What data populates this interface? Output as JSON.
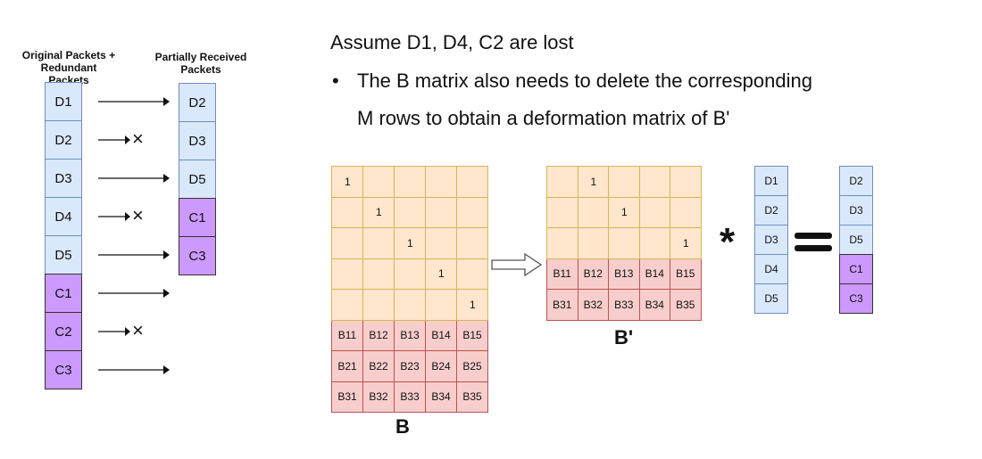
{
  "left": {
    "header_original": "Original Packets +\nRedundant Packets",
    "header_received": "Partially Received\nPackets",
    "original": [
      {
        "label": "D1",
        "kind": "d",
        "lost": false
      },
      {
        "label": "D2",
        "kind": "d",
        "lost": true
      },
      {
        "label": "D3",
        "kind": "d",
        "lost": false
      },
      {
        "label": "D4",
        "kind": "d",
        "lost": true
      },
      {
        "label": "D5",
        "kind": "d",
        "lost": false
      },
      {
        "label": "C1",
        "kind": "c",
        "lost": false
      },
      {
        "label": "C2",
        "kind": "c",
        "lost": true
      },
      {
        "label": "C3",
        "kind": "c",
        "lost": false
      }
    ],
    "received": [
      {
        "label": "D2",
        "kind": "d"
      },
      {
        "label": "D3",
        "kind": "d"
      },
      {
        "label": "D5",
        "kind": "d"
      },
      {
        "label": "C1",
        "kind": "c"
      },
      {
        "label": "C3",
        "kind": "c"
      }
    ],
    "lost_mark": "×"
  },
  "text": {
    "assume": "Assume D1, D4, C2 are lost",
    "bullet": "•",
    "line1": "The B matrix also needs to delete the corresponding",
    "line2": "M rows to obtain a deformation matrix of B'"
  },
  "matrix_b": {
    "label": "B",
    "rows": [
      [
        "1",
        "",
        "",
        "",
        ""
      ],
      [
        "",
        "1",
        "",
        "",
        ""
      ],
      [
        "",
        "",
        "1",
        "",
        ""
      ],
      [
        "",
        "",
        "",
        "1",
        ""
      ],
      [
        "",
        "",
        "",
        "",
        "1"
      ],
      [
        "B11",
        "B12",
        "B13",
        "B14",
        "B15"
      ],
      [
        "B21",
        "B22",
        "B23",
        "B24",
        "B25"
      ],
      [
        "B31",
        "B32",
        "B33",
        "B34",
        "B35"
      ]
    ],
    "identity_rows": 5
  },
  "matrix_bp": {
    "label": "B'",
    "rows": [
      [
        "",
        "1",
        "",
        "",
        ""
      ],
      [
        "",
        "",
        "1",
        "",
        ""
      ],
      [
        "",
        "",
        "",
        "",
        "1"
      ],
      [
        "B11",
        "B12",
        "B13",
        "B14",
        "B15"
      ],
      [
        "B31",
        "B32",
        "B33",
        "B34",
        "B35"
      ]
    ],
    "identity_rows": 3
  },
  "vector_d": [
    "D1",
    "D2",
    "D3",
    "D4",
    "D5"
  ],
  "vector_result": [
    {
      "label": "D2",
      "kind": "d"
    },
    {
      "label": "D3",
      "kind": "d"
    },
    {
      "label": "D5",
      "kind": "d"
    },
    {
      "label": "C1",
      "kind": "c"
    },
    {
      "label": "C3",
      "kind": "c"
    }
  ],
  "operators": {
    "multiply": "*"
  },
  "colors": {
    "data_fill": "#dae8fc",
    "redundant_fill": "#cc99ff",
    "identity_fill": "#ffe6cc",
    "coeff_fill": "#f8cecc"
  }
}
